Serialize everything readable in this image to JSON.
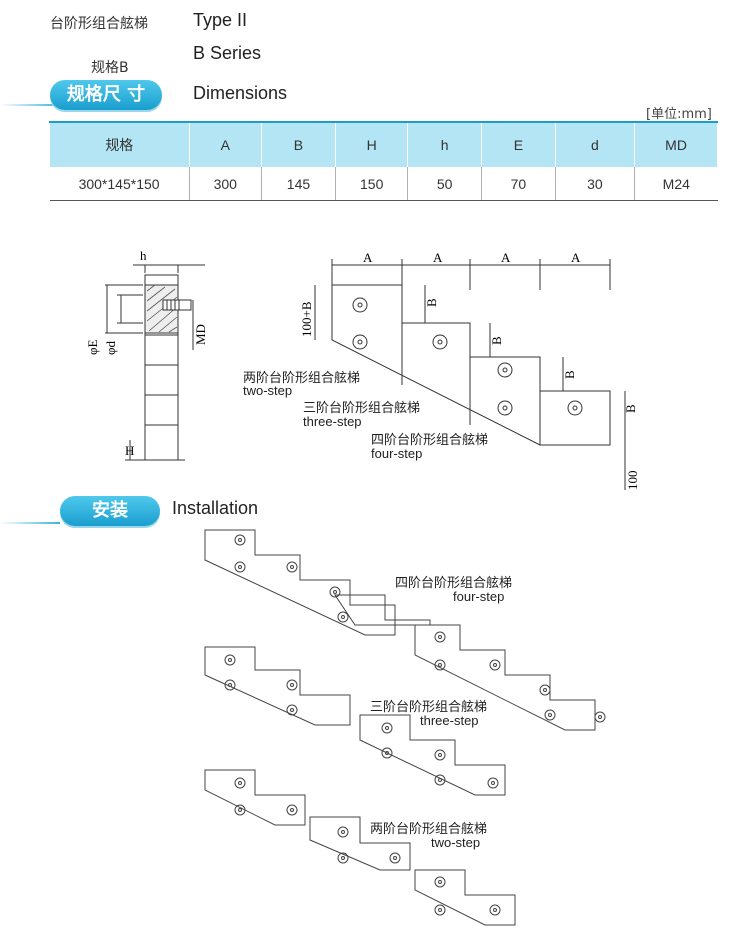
{
  "header": {
    "product_name_cn": "台阶形组合舷梯",
    "type_en": "Type II",
    "spec_cn": "规格B",
    "series_en": "B Series",
    "dimensions_badge_cn": "规格尺 寸",
    "dimensions_en": "Dimensions"
  },
  "table": {
    "unit": "[单位:mm]",
    "headers": [
      "规格",
      "A",
      "B",
      "H",
      "h",
      "E",
      "d",
      "MD"
    ],
    "rows": [
      [
        "300*145*150",
        "300",
        "145",
        "150",
        "50",
        "70",
        "30",
        "M24"
      ]
    ]
  },
  "side_view": {
    "labels": {
      "h": "h",
      "phiE": "φE",
      "phid": "φd",
      "MD": "MD",
      "H": "H"
    }
  },
  "step_view": {
    "dim_A": "A",
    "dim_B": "B",
    "dim_100B": "100+B",
    "dim_100": "100",
    "two_step_cn": "两阶台阶形组合舷梯",
    "two_step_en": "two-step",
    "three_step_cn": "三阶台阶形组合舷梯",
    "three_step_en": "three-step",
    "four_step_cn": "四阶台阶形组合舷梯",
    "four_step_en": "four-step"
  },
  "installation": {
    "badge_cn": "安装",
    "title_en": "Installation",
    "four_step_cn": "四阶台阶形组合舷梯",
    "four_step_en": "four-step",
    "three_step_cn": "三阶台阶形组合舷梯",
    "three_step_en": "three-step",
    "two_step_cn": "两阶台阶形组合舷梯",
    "two_step_en": "two-step"
  },
  "colors": {
    "accent": "#1c9dcd",
    "table_header_bg": "#b4e5f4",
    "line": "#333333"
  }
}
